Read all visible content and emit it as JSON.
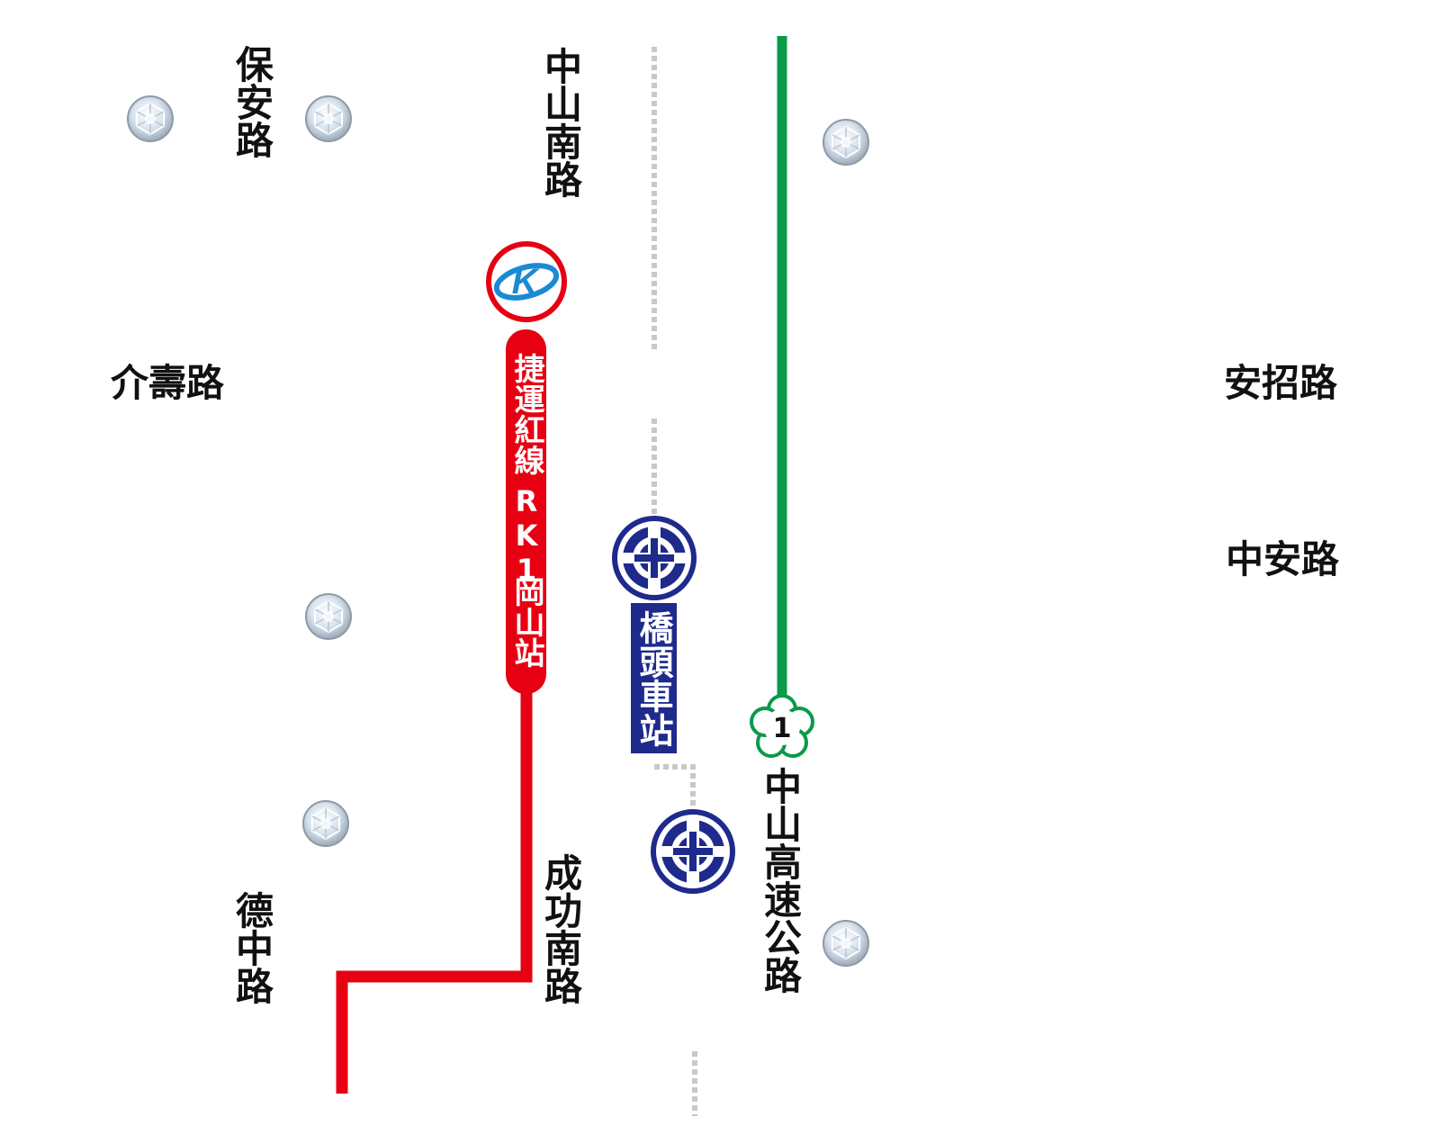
{
  "roads": {
    "baoan": "保安路",
    "zhongshan_s": "中山南路",
    "jieshou": "介壽路",
    "anzhao": "安招路",
    "zhongan": "中安路",
    "dezhong": "德中路",
    "chenggong_s": "成功南路",
    "zhongshan_hwy": "中山高速公路"
  },
  "mrt": {
    "line_name": "捷運紅線",
    "station_code": "RK1",
    "station_name": "岡山站",
    "logo_letter": "K",
    "color": "#e60012"
  },
  "rail": {
    "station_name": "橋頭車站",
    "color": "#1e2a8c"
  },
  "highway": {
    "number": "1",
    "color": "#0a9a48"
  },
  "colors": {
    "road_text": "#111111",
    "rail_track": "#c8c8c8",
    "mrt_logo_blue": "#1a8ad4"
  },
  "icons": {
    "marker": "diamond-icon",
    "mrt": "kmrt-logo-icon",
    "rail": "tr-logo-icon",
    "highway": "plum-blossom-shield-icon"
  }
}
